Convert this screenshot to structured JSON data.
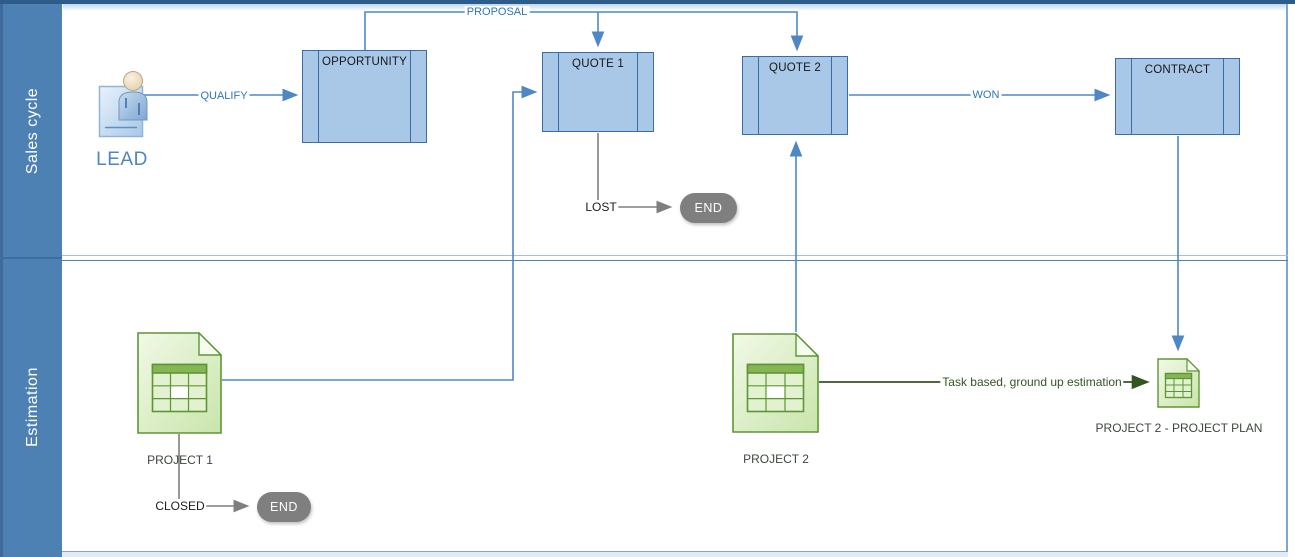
{
  "diagram": {
    "lanes": [
      {
        "label": "Sales cycle"
      },
      {
        "label": "Estimation"
      }
    ],
    "nodes": {
      "lead": {
        "label": "LEAD",
        "type": "person"
      },
      "opportunity": {
        "label": "OPPORTUNITY",
        "type": "process"
      },
      "quote1": {
        "label": "QUOTE 1",
        "type": "process"
      },
      "quote2": {
        "label": "QUOTE 2",
        "type": "process"
      },
      "contract": {
        "label": "CONTRACT",
        "type": "process"
      },
      "end_lost": {
        "label": "END",
        "type": "terminator"
      },
      "end_closed": {
        "label": "END",
        "type": "terminator"
      },
      "project1": {
        "label": "PROJECT 1",
        "type": "spreadsheet-document"
      },
      "project2": {
        "label": "PROJECT 2",
        "type": "spreadsheet-document"
      },
      "project2_plan": {
        "label": "PROJECT 2 - PROJECT PLAN",
        "type": "spreadsheet-document"
      }
    },
    "edges": {
      "qualify": {
        "label": "QUALIFY",
        "from": "lead",
        "to": "opportunity"
      },
      "proposal": {
        "label": "PROPOSAL",
        "from": "opportunity",
        "to": "quote1, quote2"
      },
      "won": {
        "label": "WON",
        "from": "quote2",
        "to": "contract"
      },
      "lost": {
        "label": "LOST",
        "from": "quote1",
        "to": "end_lost"
      },
      "closed": {
        "label": "CLOSED",
        "from": "project1",
        "to": "end_closed"
      },
      "estimation": {
        "label": "Task based, ground up estimation",
        "from": "project2",
        "to": "project2_plan"
      },
      "project1_to_quote1": {
        "label": "",
        "from": "project1",
        "to": "quote1"
      },
      "project2_to_quote2": {
        "label": "",
        "from": "project2",
        "to": "quote2"
      },
      "contract_to_plan": {
        "label": "",
        "from": "contract",
        "to": "project2_plan"
      }
    },
    "icons": {
      "lead": "person-icon",
      "project1": "spreadsheet-doc-icon",
      "project2": "spreadsheet-doc-icon",
      "project2_plan": "spreadsheet-doc-icon"
    },
    "colors": {
      "band": "#4d81b3",
      "band_edge": "#3e6b99",
      "topstrip": "#2e5c8a",
      "box_fill": "#a9c8e8",
      "box_border": "#3b6ca6",
      "conn_blue": "#4f87c5",
      "label_blue": "#2e75b6",
      "gray": "#7f7f7f",
      "green_border": "#5f9635",
      "green_dark": "#33551f",
      "doc_label": "#3d463c",
      "frame": "#7ea8d0"
    }
  }
}
